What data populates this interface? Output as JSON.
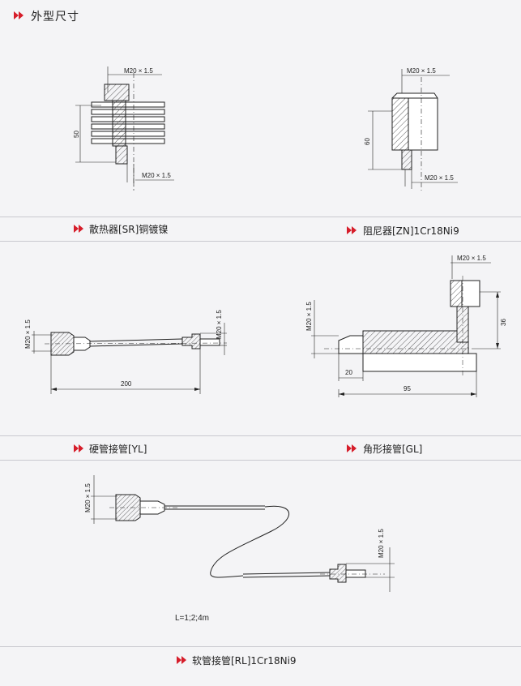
{
  "page_title": "外型尺寸",
  "drawings": {
    "sr": {
      "caption": "散热器[SR]铜镀镍",
      "thread_top": "M20 × 1.5",
      "thread_bottom": "M20 × 1.5",
      "height": "50"
    },
    "zn": {
      "caption": "阻尼器[ZN]1Cr18Ni9",
      "thread_top": "M20 × 1.5",
      "thread_bottom": "M20 × 1.5",
      "height": "60"
    },
    "yl": {
      "caption": "硬管接管[YL]",
      "thread_left": "M20 × 1.5",
      "thread_right": "M20 × 1.5",
      "length": "200"
    },
    "gl": {
      "caption": "角形接管[GL]",
      "thread_top": "M20 × 1.5",
      "thread_left": "M20 × 1.5",
      "height": "36",
      "offset": "20",
      "length": "95"
    },
    "rl": {
      "caption": "软管接管[RL]1Cr18Ni9",
      "thread_left": "M20 × 1.5",
      "thread_right": "M20 × 1.5",
      "length_note": "L=1;2;4m"
    }
  },
  "colors": {
    "accent": "#d61d2a",
    "line": "#222222",
    "separator": "#c9c9cf"
  }
}
